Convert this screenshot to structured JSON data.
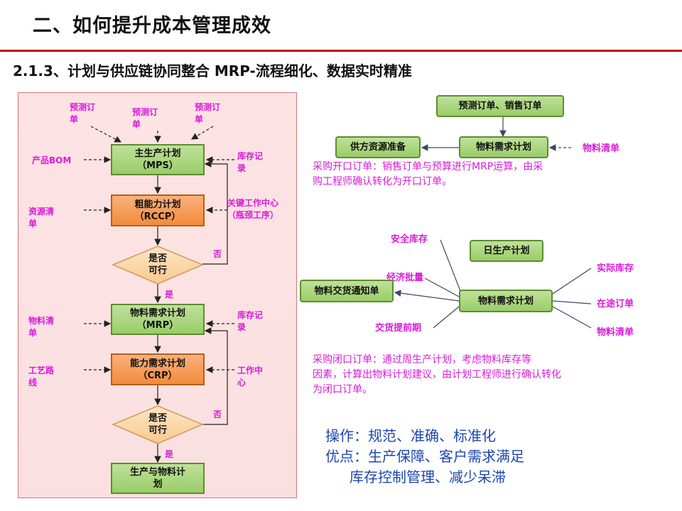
{
  "header": {
    "title": "二、如何提升成本管理成效",
    "subtitle": "2.1.3、计划与供应链协同整合 MRP-流程细化、数据实时精准"
  },
  "flow": {
    "forecast1": "预测订\n单",
    "forecast2": "预测订\n单",
    "forecast3": "预测订\n单",
    "mps": "主生产计划\n（MPS）",
    "rccp": "粗能力计划\n（RCCP）",
    "decision1": "是否\n可行",
    "mrp": "物料需求计划\n（MRP）",
    "crp": "能力需求计划\n（CRP）",
    "decision2": "是否\n可行",
    "production": "生产与物料计\n划",
    "product_bom": "产品BOM",
    "resource_list": "资源清\n单",
    "material_list": "物料清\n单",
    "process_route": "工艺路\n线",
    "inventory1": "库存记\n录",
    "key_center": "关键工作中心\n（瓶颈工序）",
    "inventory2": "库存记\n录",
    "work_center": "工作中\n心",
    "no1": "否",
    "yes1": "是",
    "no2": "否",
    "yes2": "是"
  },
  "open_order": {
    "orders_box": "预测订单、销售订单",
    "supplier_box": "供方资源准备",
    "mrp_box": "物料需求计划",
    "bom_label": "物料清单",
    "note": "采购开口订单：销售订单与预算进行MRP运算，由采\n购工程师确认转化为开口订单。"
  },
  "closed_order": {
    "safety_stock": "安全库存",
    "daily_plan": "日生产计划",
    "economic_batch": "经济批量",
    "delivery_notice": "物料交货通知单",
    "mrp_box": "物料需求计划",
    "actual_stock": "实际库存",
    "in_transit": "在途订单",
    "lead_time": "交货提前期",
    "material_list": "物料清单",
    "note": "采购闭口订单：通过周生产计划，考虑物料库存等\n因素，计算出物料计划建议，由计划工程师进行确认转化\n为闭口订单。"
  },
  "summary": {
    "line1": "操作：规范、准确、标准化",
    "line2": "优点：生产保障、客户需求满足",
    "line3": "库存控制管理、减少呆滞"
  }
}
